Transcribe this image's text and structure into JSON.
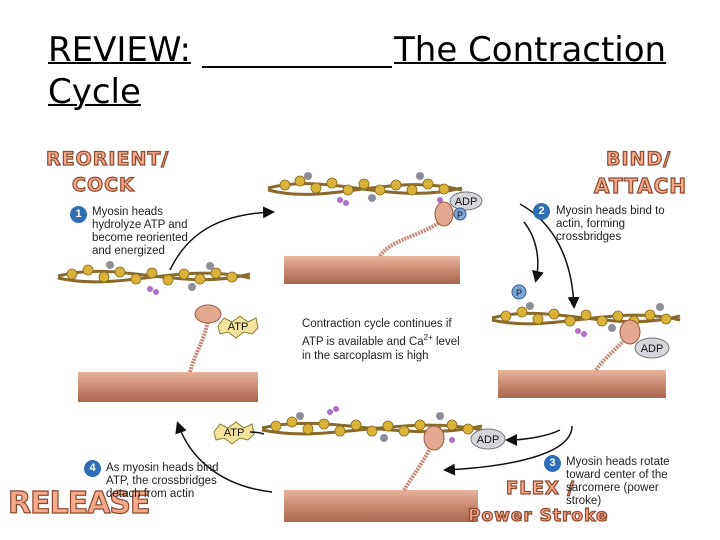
{
  "title": {
    "line1": "REVIEW:",
    "right": "The Contraction",
    "line2": "Cycle"
  },
  "stage_labels": {
    "reorient_line1": "REORIENT/",
    "reorient_line2": "COCK",
    "bind_line1": "BIND/",
    "bind_line2": "ATTACH",
    "flex_line1": "FLEX /",
    "flex_line2": "Power Stroke",
    "release": "RELEASE"
  },
  "steps": [
    {
      "num": "1",
      "lines": [
        "Myosin heads",
        "hydrolyze ATP and",
        "become reoriented",
        "and energized"
      ]
    },
    {
      "num": "2",
      "lines": [
        "Myosin heads bind to",
        "actin, forming",
        "crossbridges"
      ]
    },
    {
      "num": "3",
      "lines": [
        "Myosin heads rotate",
        "toward center of the",
        "sarcomere (power",
        "stroke)"
      ]
    },
    {
      "num": "4",
      "lines": [
        "As myosin heads bind",
        "ATP, the crossbridges",
        "detach from actin"
      ]
    }
  ],
  "center": {
    "line1": "Contraction cycle continues if",
    "line2_pre": "ATP is available and Ca",
    "line2_sup": "2+",
    "line2_post": " level",
    "line3": "in the sarcoplasm is high"
  },
  "molecules": {
    "atp": "ATP",
    "adp": "ADP",
    "p": "P"
  },
  "colors": {
    "label_fill": "#f7a98b",
    "label_stroke": "#8a4a2e",
    "step_circle": "#2f6eb5",
    "actin_bead": "#d9b23a",
    "myosin": "#c58878",
    "thick_filament": "#c98a72",
    "arrow": "#111111"
  }
}
